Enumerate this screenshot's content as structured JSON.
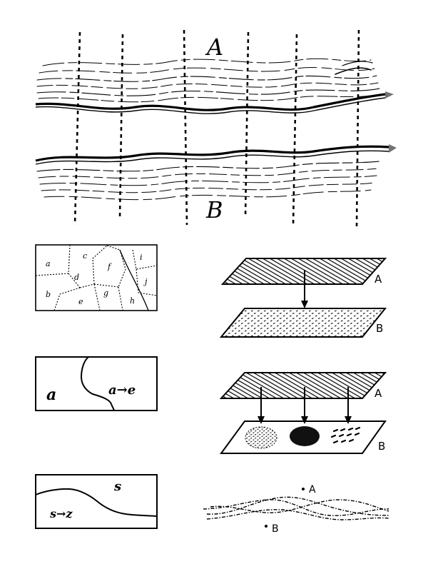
{
  "top_figure": {
    "label_top": "A",
    "label_bottom": "B"
  },
  "mosaic_panel": {
    "regions": [
      "a",
      "b",
      "c",
      "d",
      "e",
      "f",
      "g",
      "h",
      "i",
      "j"
    ]
  },
  "boundary_panel_1": {
    "left_label": "a",
    "right_label": "a→e"
  },
  "boundary_panel_2": {
    "top_label": "s",
    "bottom_label": "s→z"
  },
  "layers_1": {
    "label_top": "A",
    "label_bottom": "B"
  },
  "layers_2": {
    "label_top": "A",
    "label_bottom": "B"
  },
  "waves": {
    "label_a": "A",
    "label_b": "B"
  }
}
